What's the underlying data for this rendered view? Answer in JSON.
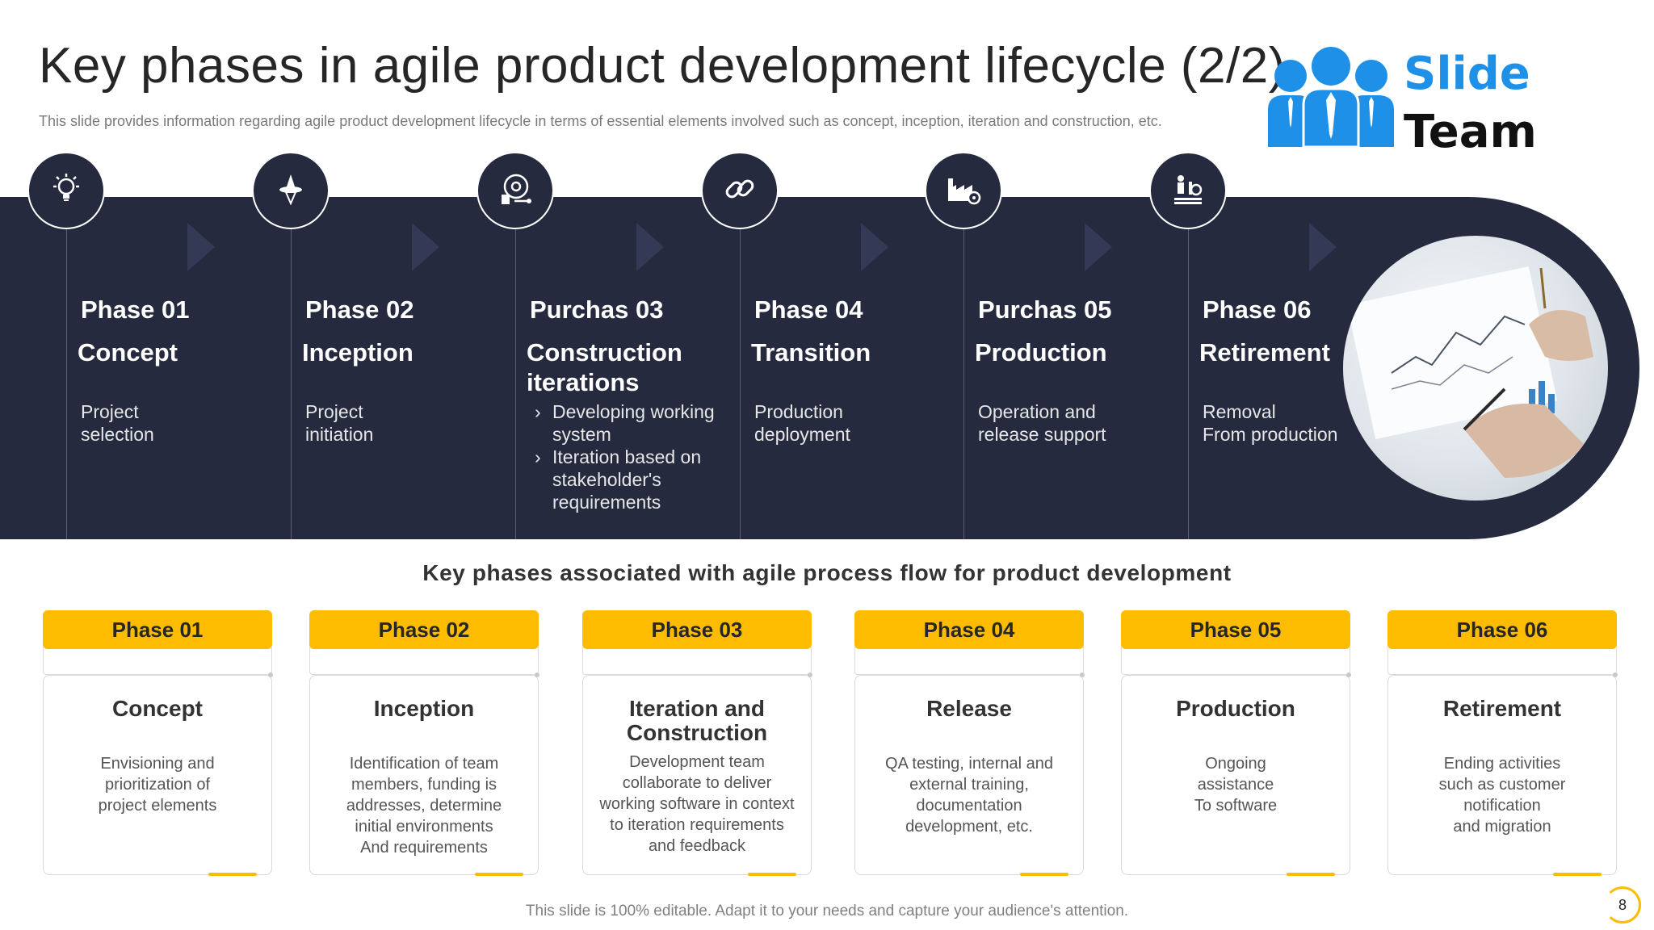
{
  "title": "Key phases in agile product development lifecycle (2/2)",
  "subtitle": "This slide provides information regarding agile product development lifecycle in terms of essential elements involved such as concept, inception, iteration and construction, etc.",
  "logo": {
    "line1": "Slide",
    "line2": "Team"
  },
  "timeline": [
    {
      "icon": "lightbulb-icon",
      "label": "Phase 01",
      "name": "Concept",
      "desc": "Project\nselection"
    },
    {
      "icon": "rocket-icon",
      "label": "Phase 02",
      "name": "Inception",
      "desc": "Project\ninitiation"
    },
    {
      "icon": "process-gear-icon",
      "label": "Purchas 03",
      "name": "Construction iterations",
      "bullets": [
        "Developing working system",
        "Iteration based on stakeholder's requirements"
      ]
    },
    {
      "icon": "link-icon",
      "label": "Phase 04",
      "name": "Transition",
      "desc": "Production\ndeployment"
    },
    {
      "icon": "factory-icon",
      "label": "Purchas 05",
      "name": "Production",
      "desc": "Operation and\nrelease support"
    },
    {
      "icon": "retirement-icon",
      "label": "Phase 06",
      "name": "Retirement",
      "desc": "Removal\nFrom production"
    }
  ],
  "section_heading": "Key phases associated  with agile process flow for product  development",
  "cards": [
    {
      "tab": "Phase 01",
      "title": "Concept",
      "body": "Envisioning and\nprioritization of\nproject elements"
    },
    {
      "tab": "Phase 02",
      "title": "Inception",
      "body": "Identification of team\nmembers, funding is\naddresses, determine\ninitial environments\nAnd requirements"
    },
    {
      "tab": "Phase 03",
      "title": "Iteration and\nConstruction",
      "body": "Development  team\ncollaborate to deliver\nworking software  in context\nto iteration requirements\nand feedback"
    },
    {
      "tab": "Phase 04",
      "title": "Release",
      "body": "QA testing, internal and\nexternal training,\ndocumentation\ndevelopment,  etc."
    },
    {
      "tab": "Phase 05",
      "title": "Production",
      "body": "Ongoing\nassistance\nTo software"
    },
    {
      "tab": "Phase 06",
      "title": "Retirement",
      "body": "Ending activities\nsuch as customer\nnotification\nand migration"
    }
  ],
  "footer": "This slide is 100% editable. Adapt it to your needs and capture your audience's attention.",
  "page_number": "8",
  "colors": {
    "band": "#262a3f",
    "accent": "#fdbc00",
    "logo_blue": "#1e90e8"
  }
}
